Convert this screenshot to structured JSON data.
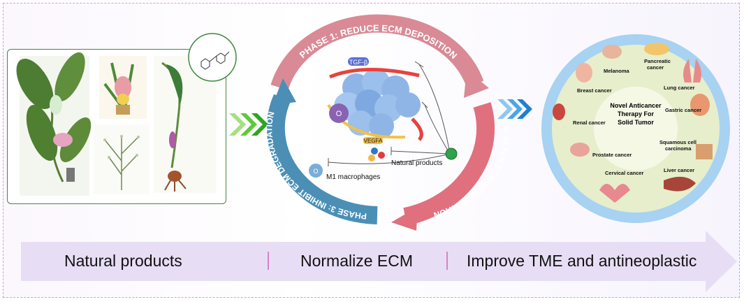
{
  "left_panel": {
    "plants": [
      "magnolia-plant",
      "ginger-flower-plant",
      "arrowhead-plant",
      "gypsophila-plant"
    ],
    "structure_icon": "chemical-structure"
  },
  "center": {
    "arc_labels": {
      "phase1": "PHASE 1: REDUCE ECM DEPOSITION",
      "phase2": "PHASE 2: ALTER ECM MODIFICATION",
      "phase3": "PHASE 3: INHIBIT ECM DEGRADATION"
    },
    "labels": {
      "tgf": "TGF-β",
      "vegfa": "VEGFA",
      "natural_products": "Natural products",
      "m1": "M1 macrophages"
    },
    "colors": {
      "phase1": "#c9727f",
      "phase2": "#d9606e",
      "phase3": "#3f87ad"
    }
  },
  "right": {
    "center_label": [
      "Novel Anticancer",
      "Therapy For",
      "Solid Tumor"
    ],
    "cancers": {
      "melanoma": "Melanoma",
      "pancreatic": [
        "Pancreatic",
        "cancer"
      ],
      "breast": "Breast  cancer",
      "lung": "Lung cancer",
      "gastric": "Gastric  cancer",
      "renal": "Renal cancer",
      "squamous": [
        "Squamous cell",
        "carcinoma"
      ],
      "prostate": "Prostate cancer",
      "cervical": "Cervical cancer",
      "liver": "Liver cancer"
    }
  },
  "bottom": {
    "natural_products": "Natural products",
    "normalize": "Normalize ECM",
    "improve": "Improve TME and antineoplastic"
  },
  "arrow_colors": {
    "green": "#3dbb2c",
    "blue": "#2f86d8",
    "bottom_band": "#e7def5"
  }
}
